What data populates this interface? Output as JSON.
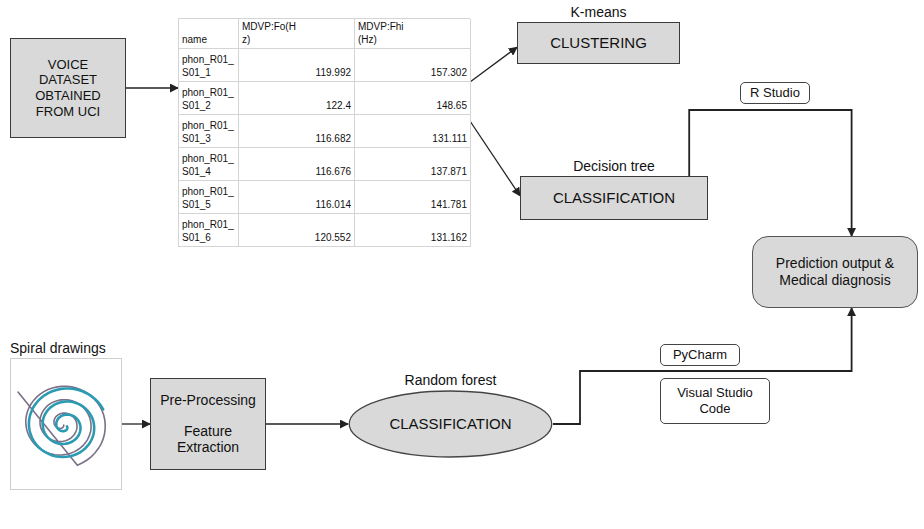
{
  "diagram": {
    "nodes": [
      {
        "text": [
          "VOICE DATASET OBTAINED FROM UCI"
        ]
      },
      {
        "text": [
          "name",
          "MDVP:Fo(Hz)",
          "MDVP:Fhi(Hz)",
          "phon_R01_S01_1",
          "119.992",
          "157.302",
          "phon_R01_S01_2",
          "122.4",
          "148.65",
          "phon_R01_S01_3",
          "116.682",
          "131.111",
          "phon_R01_S01_4",
          "116.676",
          "137.871",
          "phon_R01_S01_5",
          "116.014",
          "141.781",
          "phon_R01_S01_6",
          "120.552",
          "131.162"
        ]
      },
      {
        "text": [
          "K-means",
          "CLUSTERING"
        ]
      },
      {
        "text": [
          "Decision tree",
          "CLASSIFICATION"
        ]
      },
      {
        "text": [
          "R Studio"
        ]
      },
      {
        "text": [
          "Prediction output & Medical diagnosis"
        ]
      },
      {
        "text": [
          "Spiral drawings"
        ]
      },
      {
        "text": [
          "Pre-Processing",
          "Feature Extraction"
        ]
      },
      {
        "text": [
          "Random forest",
          "CLASSIFICATION"
        ]
      },
      {
        "text": [
          "PyCharm"
        ]
      },
      {
        "text": [
          "Visual Studio Code"
        ]
      }
    ],
    "edges": [
      {
        "from": 0,
        "to": 1,
        "arrow": "to"
      },
      {
        "from": 1,
        "to": 2,
        "arrow": "to"
      },
      {
        "from": 1,
        "to": 3,
        "arrow": "to"
      },
      {
        "from": 3,
        "to": 5,
        "arrow": "to"
      },
      {
        "from": 6,
        "to": 7,
        "arrow": "to"
      },
      {
        "from": 7,
        "to": 8,
        "arrow": "to"
      },
      {
        "from": 8,
        "to": 5,
        "arrow": "to"
      }
    ]
  }
}
